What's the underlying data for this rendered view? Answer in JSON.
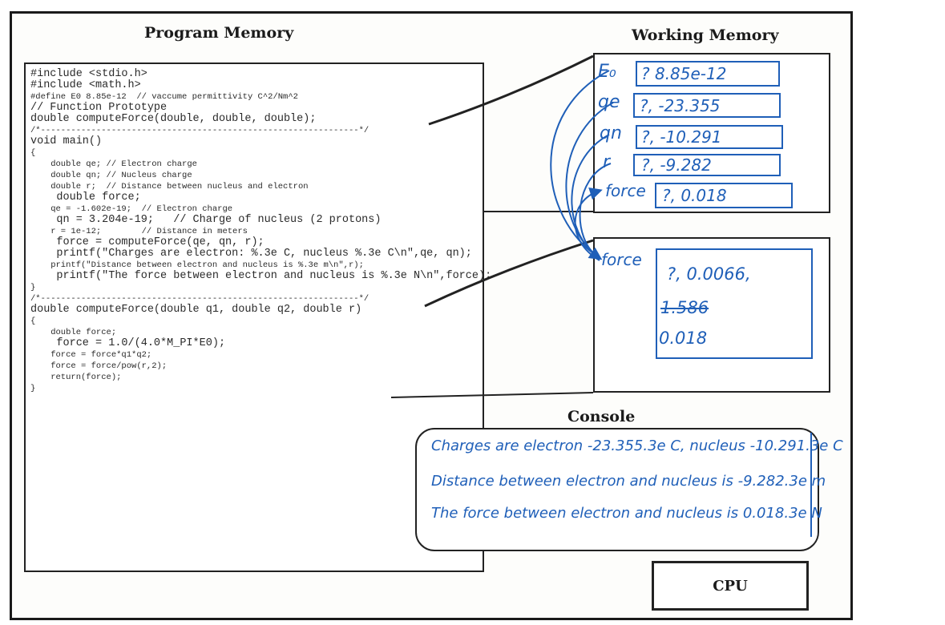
{
  "program_memory": {
    "title": "Program Memory",
    "code_lines": [
      "#include <stdio.h>",
      "#include <math.h>",
      "#define E0 8.85e-12  // vaccume permittivity C^2/Nm^2",
      "// Function Prototype",
      "double computeForce(double, double, double);",
      "/*---------------------------------------------------------------*/",
      "void main()",
      "{",
      "    double qe; // Electron charge",
      "    double qn; // Nucleus charge",
      "    double r;  // Distance between nucleus and electron",
      "    double force;",
      "    qe = -1.602e-19;  // Electron charge",
      "    qn = 3.204e-19;   // Charge of nucleus (2 protons)",
      "    r = 1e-12;        // Distance in meters",
      "    force = computeForce(qe, qn, r);",
      "    printf(\"Charges are electron: %.3e C, nucleus %.3e C\\n\",qe, qn);",
      "    printf(\"Distance between electron and nucleus is %.3e m\\n\",r);",
      "    printf(\"The force between electron and nucleus is %.3e N\\n\",force);",
      "}",
      "/*---------------------------------------------------------------*/",
      "double computeForce(double q1, double q2, double r)",
      "{",
      "    double force;",
      "    force = 1.0/(4.0*M_PI*E0);",
      "    force = force*q1*q2;",
      "    force = force/pow(r,2);",
      "    return(force);",
      "}"
    ]
  },
  "working_memory": {
    "title": "Working Memory",
    "main_frame": [
      {
        "name": "E₀",
        "value": "? 8.85e-12"
      },
      {
        "name": "qe",
        "value": "?, -23.355"
      },
      {
        "name": "qn",
        "value": "?, -10.291"
      },
      {
        "name": "r",
        "value": "?, -9.282"
      },
      {
        "name": "force",
        "value": "?, 0.018"
      }
    ],
    "function_frame": {
      "name": "force",
      "values": [
        "?, 0.0066,",
        "1.586",
        "0.018"
      ]
    }
  },
  "console": {
    "title": "Console",
    "lines": [
      "Charges are electron -23.355.3e C, nucleus -10.291.3e C",
      "Distance between electron and nucleus is -9.282.3e m",
      "The force between electron and nucleus is 0.018.3e N"
    ]
  },
  "cpu": {
    "label": "CPU"
  },
  "colors": {
    "ink": "#1f5fb8",
    "frame": "#1a1a1a"
  }
}
